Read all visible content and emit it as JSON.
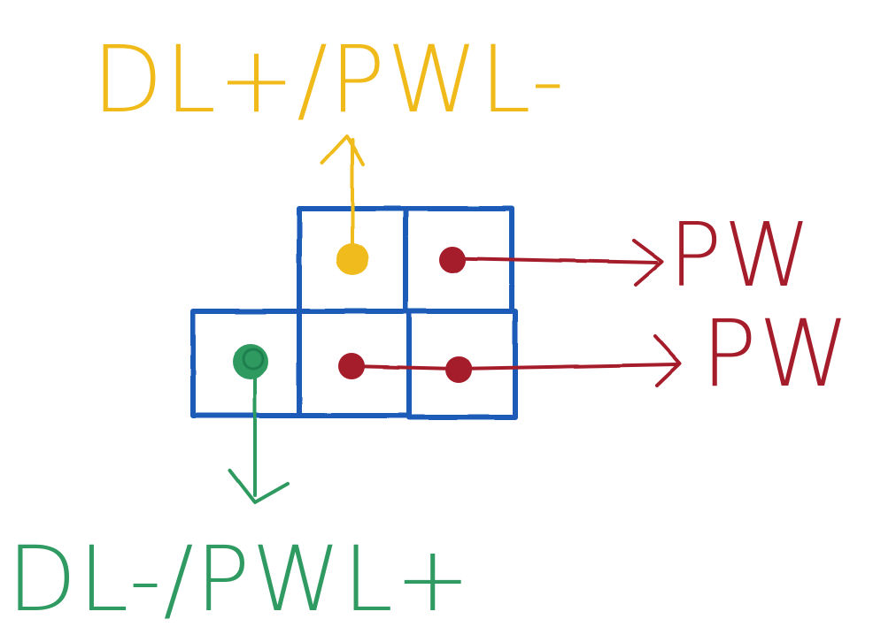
{
  "diagram": {
    "colors": {
      "grid": "#1f5bb8",
      "yellow": "#f0bb1a",
      "red": "#a51d2b",
      "green": "#2f9a61",
      "background": "#ffffff"
    },
    "labels": {
      "top": "DL+/PWL-",
      "bottom": "DL-/PWL+",
      "right_upper": "PW",
      "right_lower": "PW"
    }
  }
}
